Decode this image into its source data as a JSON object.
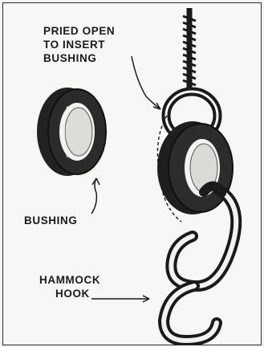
{
  "labels": {
    "pried_line1": "PRIED OPEN",
    "pried_line2": "TO INSERT",
    "pried_line3": "BUSHING",
    "bushing": "BUSHING",
    "hammock_line1": "HAMMOCK",
    "hammock_line2": "HOOK"
  },
  "colors": {
    "ink": "#1a1a1a",
    "paper": "#f7f7f5"
  }
}
